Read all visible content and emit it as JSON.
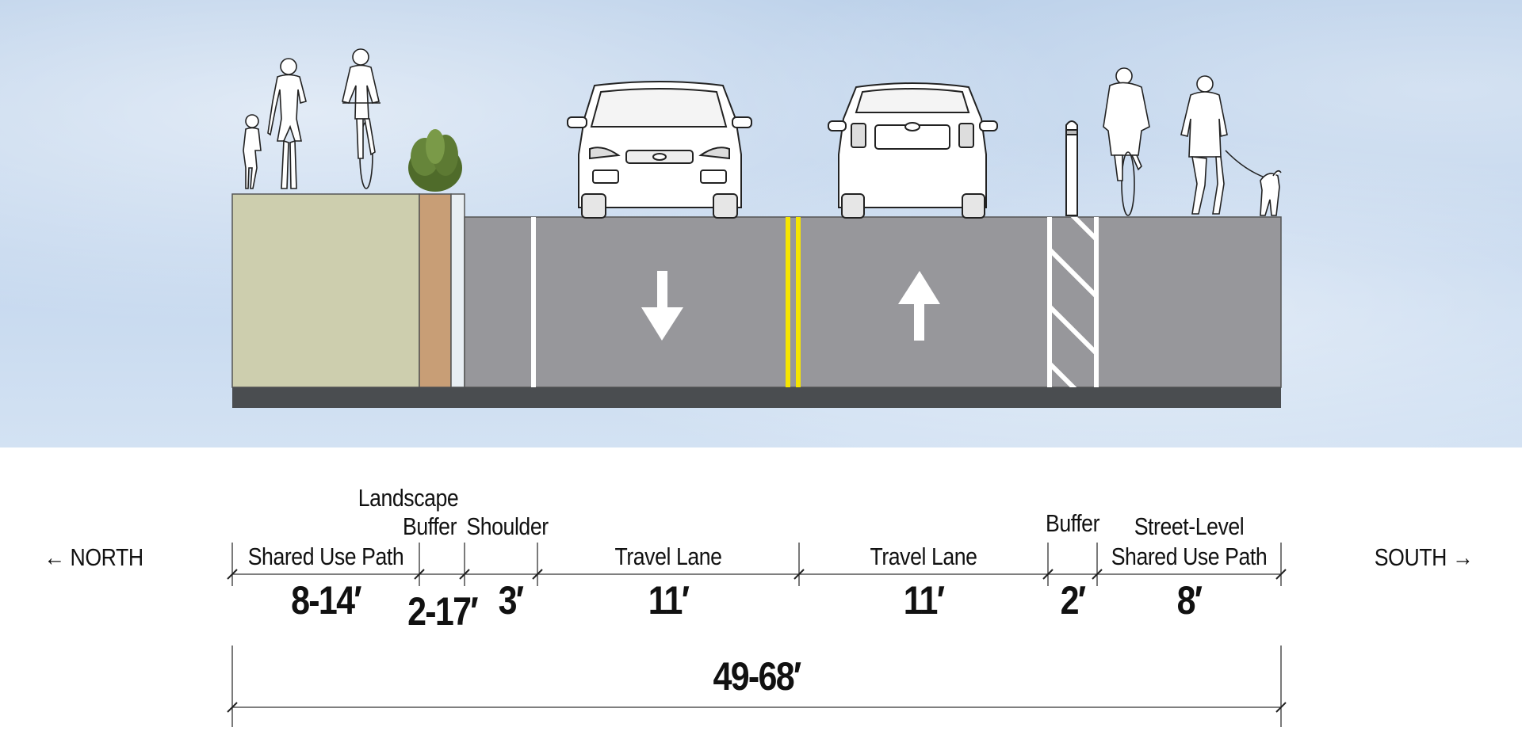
{
  "colors": {
    "path_fill": "#cdceae",
    "landscape_fill": "#c89e76",
    "pavement": "#97979b",
    "curb_base": "#4a4d50",
    "centerline": "#f6e500",
    "marking": "#ffffff"
  },
  "icons": {
    "north_arrow": "left-arrow-icon",
    "south_arrow": "right-arrow-icon",
    "southbound_lane_arrow": "down-arrow-icon",
    "northbound_lane_arrow": "up-arrow-icon"
  },
  "directions": {
    "north": "NORTH",
    "south": "SOUTH"
  },
  "segments": [
    {
      "name": "Shared Use Path",
      "width": "8-14′"
    },
    {
      "name_line1": "Landscape",
      "name_line2": "Buffer",
      "width": "2-17′"
    },
    {
      "name": "Shoulder",
      "width": "3′"
    },
    {
      "name": "Travel Lane",
      "width": "11′"
    },
    {
      "name": "Travel Lane",
      "width": "11′"
    },
    {
      "name": "Buffer",
      "width": "2′"
    },
    {
      "name_line1": "Street-Level",
      "name_line2": "Shared Use Path",
      "width": "8′"
    }
  ],
  "total_width": "49-68′"
}
